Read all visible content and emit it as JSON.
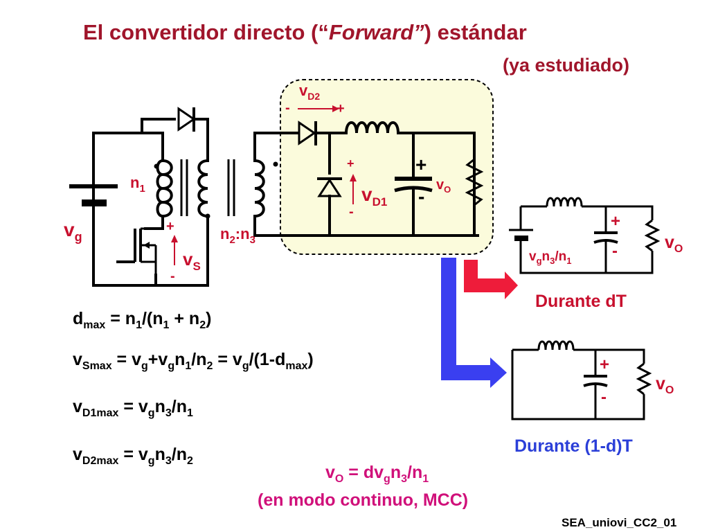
{
  "title": {
    "prefix": "El convertidor directo (“",
    "italic": "Forward”",
    "suffix": ") estándar"
  },
  "subtitle": "(ya estudiado)",
  "circuit": {
    "vg": "v",
    "vg_sub": "g",
    "n1": "n",
    "n1_sub": "1",
    "ratio": {
      "n2": "n",
      "n2_sub": "2",
      "colon": ":",
      "n3": "n",
      "n3_sub": "3"
    },
    "vs": "v",
    "vs_sub": "S",
    "vd2": "v",
    "vd2_sub": "D2",
    "vd1": "v",
    "vd1_sub": "D1",
    "vo": "v",
    "vo_sub": "O",
    "plus": "+",
    "minus": "-"
  },
  "equations": {
    "dmax": {
      "a": "d",
      "a_sub": "max",
      "b": " =  n",
      "b_sub": "1",
      "c": "/(n",
      "c_sub": "1",
      "d": " + n",
      "d_sub": "2",
      "e": ")"
    },
    "vsmax": {
      "a": "v",
      "a_sub": "Smax",
      "b": " = v",
      "b_sub": "g",
      "c": "+v",
      "c_sub": "g",
      "d": "n",
      "d_sub": "1",
      "e": "/n",
      "e_sub": "2",
      "f": " = v",
      "f_sub": "g",
      "g": "/(1-d",
      "g_sub": "max",
      "h": ")"
    },
    "vd1max": {
      "a": "v",
      "a_sub": "D1max",
      "b": " = v",
      "b_sub": "g",
      "c": "n",
      "c_sub": "3",
      "d": "/n",
      "d_sub": "1"
    },
    "vd2max": {
      "a": "v",
      "a_sub": "D2max",
      "b": " = v",
      "b_sub": "g",
      "c": "n",
      "c_sub": "3",
      "d": "/n",
      "d_sub": "2"
    }
  },
  "result": {
    "a": "v",
    "a_sub": "O",
    "b": " = dv",
    "b_sub": "g",
    "c": "n",
    "c_sub": "3",
    "d": "/n",
    "d_sub": "1",
    "line2": "(en modo continuo, MCC)"
  },
  "during_dt": {
    "label": "Durante dT",
    "src": "v",
    "src_sub": "g",
    "src_b": "n",
    "src_b_sub": "3",
    "src_c": "/n",
    "src_c_sub": "1",
    "vo": "v",
    "vo_sub": "O",
    "plus": "+",
    "minus": "-"
  },
  "during_1_dt": {
    "label": "Durante (1-d)T",
    "vo": "v",
    "vo_sub": "O",
    "plus": "+",
    "minus": "-"
  },
  "footer": "SEA_uniovi_CC2_01",
  "colors": {
    "title": "#a0152b",
    "label_red": "#c8102e",
    "blue": "#2b3fd8",
    "magenta": "#d0107a",
    "highlight": "#fbfbdc",
    "arrow_red": "#ee1c3a",
    "arrow_blue": "#3a3ff0"
  }
}
